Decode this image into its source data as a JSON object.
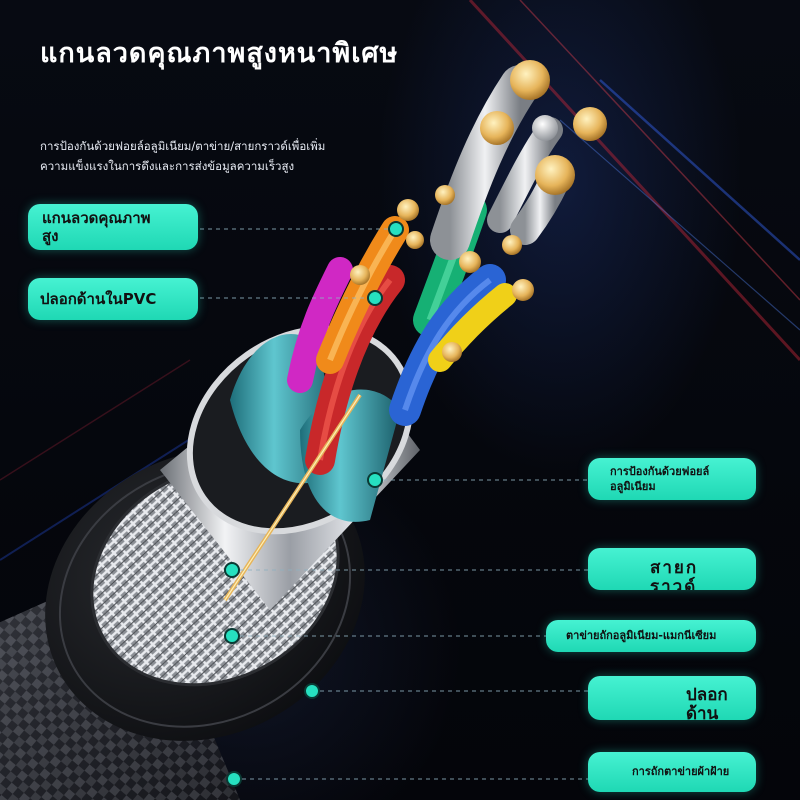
{
  "title": "แกนลวดคุณภาพสูงหนาพิเศษ",
  "subtitle": {
    "line1": "การป้องกันด้วยฟอยล์อลูมิเนียม/ตาข่าย/สายกราวด์เพื่อเพิ่ม",
    "line2": "ความแข็งแรงในการดึงและการส่งข้อมูลความเร็วสูง"
  },
  "callouts": {
    "core": {
      "line1": "แกนลวดคุณภาพ",
      "line2": "สูง"
    },
    "inner_pvc": "ปลอกด้านในPVC",
    "foil": {
      "line1": "การป้องกันด้วยฟอยล์",
      "line2": "อลูมิเนียม"
    },
    "ground": {
      "line1": "สายก",
      "line2": "ราวด์"
    },
    "mesh": "ตาข่ายถักอลูมิเนียม-แมกนีเซียม",
    "outer_pvc": {
      "line1": "ปลอก",
      "line2": "ด้านนอกPVC"
    },
    "braid": "การถักตาข่ายผ้าฝ้าย"
  },
  "colors": {
    "pill": "#2ee6c4",
    "dot": "#26e0c0",
    "teal_sheath": "#2a8f9a",
    "orange_wire": "#f08a1a",
    "green_wire": "#18b478",
    "blue_wire": "#2b6fd8",
    "yellow_wire": "#f2d21a",
    "magenta_wire": "#d628c8",
    "red_wire": "#d8302a",
    "copper": "#e6b45a"
  }
}
